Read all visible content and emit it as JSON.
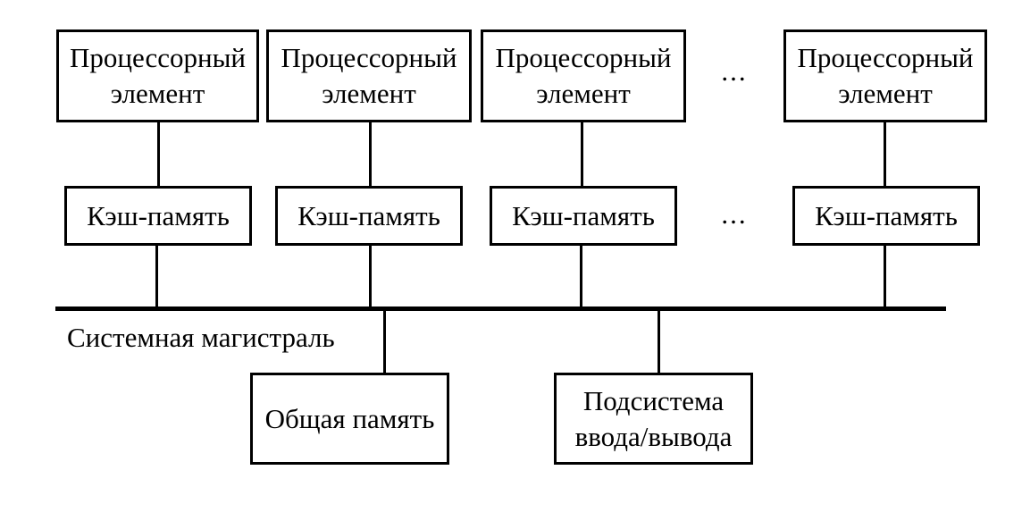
{
  "diagram": {
    "processor_boxes": [
      "Процессорный элемент",
      "Процессорный элемент",
      "Процессорный элемент",
      "Процессорный элемент"
    ],
    "cache_boxes": [
      "Кэш-память",
      "Кэш-память",
      "Кэш-память",
      "Кэш-память"
    ],
    "ellipsis_top": "...",
    "ellipsis_middle": "...",
    "bus_label": "Системная магистраль",
    "shared_memory_box": "Общая память",
    "io_subsystem_box": "Подсистема ввода/вывода",
    "colors": {
      "line": "#000000",
      "background": "#ffffff",
      "text": "#000000"
    }
  }
}
